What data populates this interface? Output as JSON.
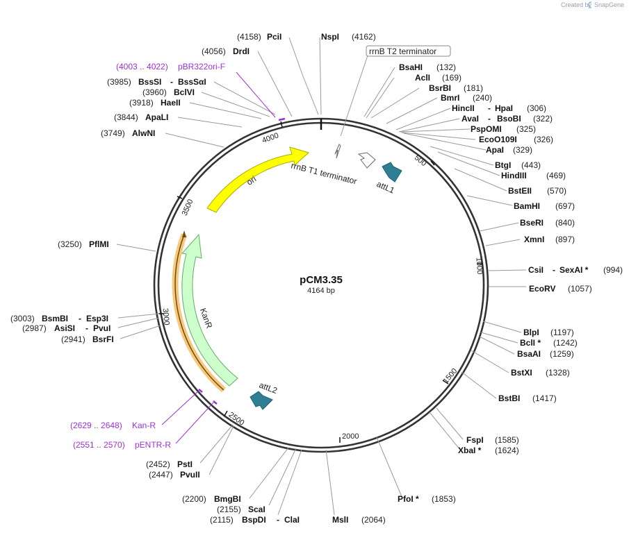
{
  "credit": {
    "prefix": "Created by",
    "app": "SnapGene"
  },
  "plasmid": {
    "name": "pCM3.35",
    "length": "4164 bp"
  },
  "backbone": {
    "total_bp": 4164
  },
  "ticks": [
    {
      "bp": 500,
      "label": "500"
    },
    {
      "bp": 1000,
      "label": "1000"
    },
    {
      "bp": 1500,
      "label": "1500"
    },
    {
      "bp": 2000,
      "label": "2000"
    },
    {
      "bp": 2500,
      "label": "2500"
    },
    {
      "bp": 3000,
      "label": "3000"
    },
    {
      "bp": 3500,
      "label": "3500"
    },
    {
      "bp": 4000,
      "label": "4000"
    }
  ],
  "features": [
    {
      "name": "ori",
      "color": "#ffff00",
      "stroke": "#aaaa00"
    },
    {
      "name": "KanR",
      "color": "#ccffcc",
      "stroke": "#66aa66"
    },
    {
      "name": "rrnB T1 terminator",
      "color": "#ffffff",
      "stroke": "#666666"
    },
    {
      "name": "attL1",
      "color": "#2e7f94",
      "stroke": "#1e5f70"
    },
    {
      "name": "attL2",
      "color": "#2e7f94",
      "stroke": "#1e5f70"
    },
    {
      "name": "rrnB T2 terminator",
      "color": "#ffffff",
      "stroke": "#888888"
    }
  ],
  "highlight": {
    "color": "#f7c26b"
  },
  "enzymes": [
    {
      "name": "PciI",
      "pos": "(4158)"
    },
    {
      "name": "NspI",
      "pos": "(4162)"
    },
    {
      "name": "DrdI",
      "pos": "(4056)"
    },
    {
      "name": "BssSI",
      "name2": "BssSαI",
      "pos": "(3985)"
    },
    {
      "name": "BclVI",
      "pos": "(3960)"
    },
    {
      "name": "HaeII",
      "pos": "(3918)"
    },
    {
      "name": "ApaLI",
      "pos": "(3844)"
    },
    {
      "name": "AlwNI",
      "pos": "(3749)"
    },
    {
      "name": "BsaHI",
      "pos": "(132)"
    },
    {
      "name": "AclI",
      "pos": "(169)"
    },
    {
      "name": "BsrBI",
      "pos": "(181)"
    },
    {
      "name": "BmrI",
      "pos": "(240)"
    },
    {
      "name": "HincII",
      "name2": "HpaI",
      "pos": "(306)"
    },
    {
      "name": "AvaI",
      "name2": "BsoBI",
      "pos": "(322)"
    },
    {
      "name": "PspOMI",
      "pos": "(325)"
    },
    {
      "name": "EcoO109I",
      "pos": "(326)"
    },
    {
      "name": "ApaI",
      "pos": "(329)"
    },
    {
      "name": "BtgI",
      "pos": "(443)"
    },
    {
      "name": "HindIII",
      "pos": "(469)"
    },
    {
      "name": "BstEII",
      "pos": "(570)"
    },
    {
      "name": "BamHI",
      "pos": "(697)"
    },
    {
      "name": "BseRI",
      "pos": "(840)"
    },
    {
      "name": "XmnI",
      "pos": "(897)"
    },
    {
      "name": "CsiI",
      "name2": "SexAI *",
      "pos": "(994)"
    },
    {
      "name": "EcoRV",
      "pos": "(1057)"
    },
    {
      "name": "BlpI",
      "pos": "(1197)"
    },
    {
      "name": "BclI *",
      "pos": "(1242)"
    },
    {
      "name": "BsaAI",
      "pos": "(1259)"
    },
    {
      "name": "BstXI",
      "pos": "(1328)"
    },
    {
      "name": "BstBI",
      "pos": "(1417)"
    },
    {
      "name": "FspI",
      "pos": "(1585)"
    },
    {
      "name": "XbaI *",
      "pos": "(1624)"
    },
    {
      "name": "PfoI *",
      "pos": "(1853)"
    },
    {
      "name": "MslI",
      "pos": "(2064)"
    },
    {
      "name": "BspDI",
      "name2": "ClaI",
      "pos": "(2115)"
    },
    {
      "name": "ScaI",
      "pos": "(2155)"
    },
    {
      "name": "BmgBI",
      "pos": "(2200)"
    },
    {
      "name": "PvuII",
      "pos": "(2447)"
    },
    {
      "name": "PstI",
      "pos": "(2452)"
    },
    {
      "name": "BsrFI",
      "pos": "(2941)"
    },
    {
      "name": "AsiSI",
      "name2": "PvuI",
      "pos": "(2987)"
    },
    {
      "name": "BsmBI",
      "name2": "Esp3I",
      "pos": "(3003)"
    },
    {
      "name": "PflMI",
      "pos": "(3250)"
    }
  ],
  "primers": [
    {
      "name": "pBR322ori-F",
      "pos": "(4003 .. 4022)"
    },
    {
      "name": "Kan-R",
      "pos": "(2629 .. 2648)"
    },
    {
      "name": "pENTR-R",
      "pos": "(2551 .. 2570)"
    }
  ]
}
